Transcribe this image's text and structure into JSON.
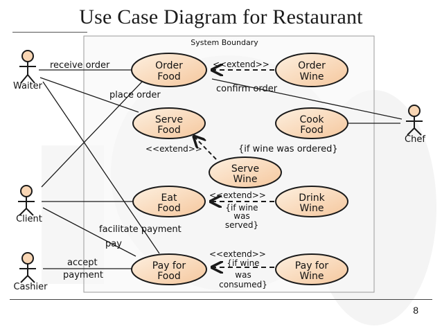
{
  "slide": {
    "title": "Use Case Diagram for Restaurant",
    "page_number": "8"
  },
  "diagram": {
    "boundary_label": "System Boundary",
    "actors": {
      "waiter": "Waiter",
      "client": "Client",
      "cashier": "Cashier",
      "chef": "Chef"
    },
    "use_cases": {
      "order_food": [
        "Order",
        "Food"
      ],
      "order_wine": [
        "Order",
        "Wine"
      ],
      "serve_food": [
        "Serve",
        "Food"
      ],
      "cook_food": [
        "Cook",
        "Food"
      ],
      "serve_wine": [
        "Serve",
        "Wine"
      ],
      "eat_food": [
        "Eat",
        "Food"
      ],
      "drink_wine": [
        "Drink",
        "Wine"
      ],
      "pay_for_food": [
        "Pay for",
        "Food"
      ],
      "pay_for_wine": [
        "Pay for",
        "Wine"
      ]
    },
    "edge_labels": {
      "receive_order": "receive order",
      "place_order": "place order",
      "confirm_order": "confirm order",
      "facilitate_payment": "facilitate payment",
      "pay": "pay",
      "accept": "accept",
      "payment": "payment"
    },
    "extend_label": "<<extend>>",
    "conditions": {
      "wine_ordered": "{if wine was ordered}",
      "wine_served": [
        "{if wine",
        "was",
        "served}"
      ],
      "wine_consumed": [
        "{if wine",
        "was",
        "consumed}"
      ]
    },
    "colors": {
      "use_case_fill": "#f9d6b4",
      "use_case_stroke": "#1a1a1a",
      "line": "#1a1a1a"
    }
  }
}
